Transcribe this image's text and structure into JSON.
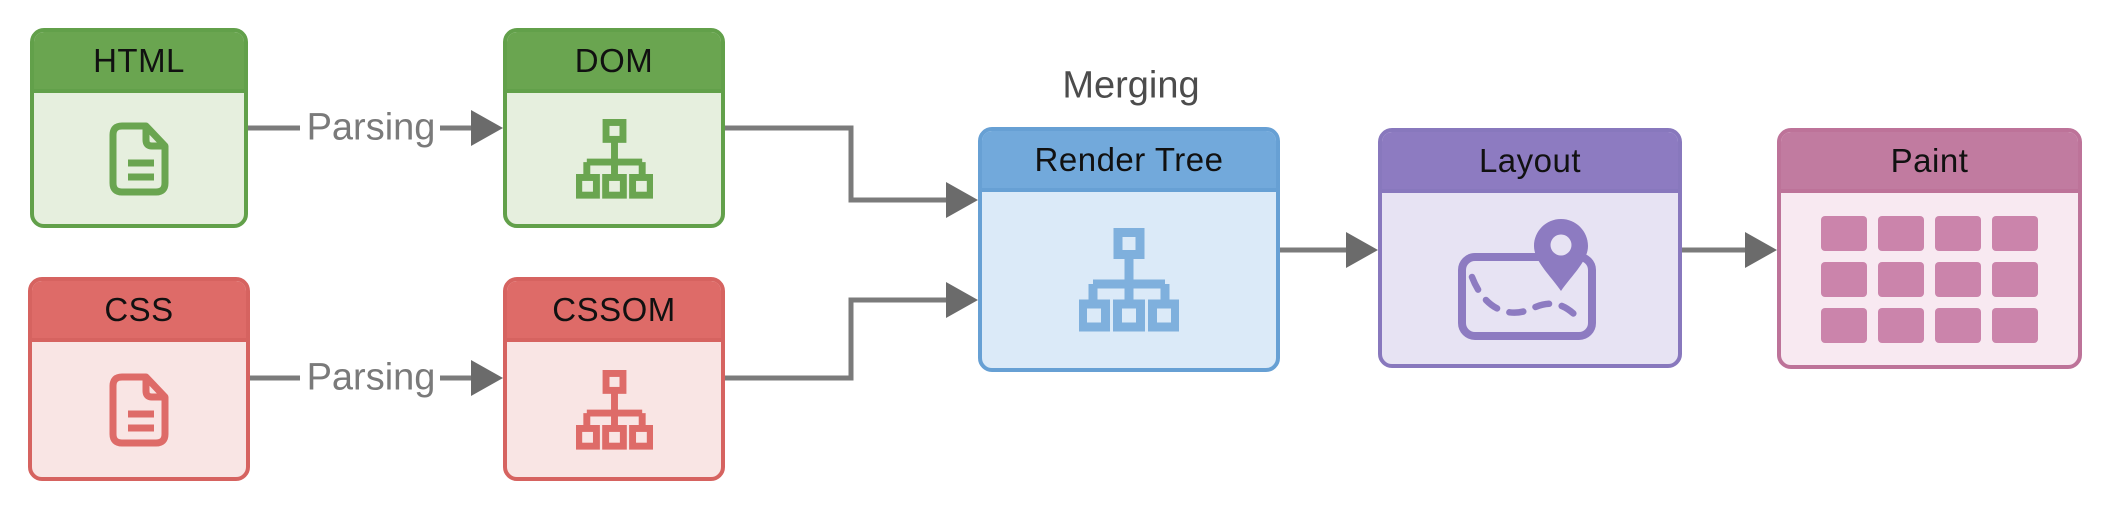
{
  "labels": {
    "merging": "Merging"
  },
  "nodes": {
    "html": {
      "title": "HTML",
      "icon": "document-icon",
      "header_color": "#6aa550",
      "body_color": "#e6efde",
      "border_color": "#62a04a"
    },
    "dom": {
      "title": "DOM",
      "icon": "sitemap-tree-icon",
      "header_color": "#6aa550",
      "body_color": "#e6efde",
      "border_color": "#62a04a"
    },
    "css": {
      "title": "CSS",
      "icon": "document-icon",
      "header_color": "#de6b68",
      "body_color": "#f9e5e4",
      "border_color": "#d66360"
    },
    "cssom": {
      "title": "CSSOM",
      "icon": "sitemap-tree-icon",
      "header_color": "#de6b68",
      "body_color": "#f9e5e4",
      "border_color": "#d66360"
    },
    "render_tree": {
      "title": "Render Tree",
      "icon": "sitemap-tree-icon",
      "header_color": "#72a9db",
      "body_color": "#dbeaf8",
      "border_color": "#67a0d4"
    },
    "layout": {
      "title": "Layout",
      "icon": "map-route-pin-icon",
      "header_color": "#8d7bc1",
      "body_color": "#e7e3f3",
      "border_color": "#8878bd"
    },
    "paint": {
      "title": "Paint",
      "icon": "tile-grid-icon",
      "header_color": "#c17ba0",
      "body_color": "#f8e9f1",
      "border_color": "#bd7399"
    }
  },
  "edges": {
    "html_to_dom": {
      "from": "html",
      "to": "dom",
      "label": "Parsing"
    },
    "css_to_cssom": {
      "from": "css",
      "to": "cssom",
      "label": "Parsing"
    },
    "dom_to_render_tree": {
      "from": "dom",
      "to": "render_tree",
      "label": ""
    },
    "cssom_to_render_tree": {
      "from": "cssom",
      "to": "render_tree",
      "label": ""
    },
    "render_tree_to_layout": {
      "from": "render_tree",
      "to": "layout",
      "label": ""
    },
    "layout_to_paint": {
      "from": "layout",
      "to": "paint",
      "label": ""
    }
  },
  "colors": {
    "connector_line": "#7b7b7b",
    "arrowhead": "#6b6b6b",
    "parsing_label_text": "#7a7a7a",
    "merging_label_text": "#4c4c4c",
    "title_text": "#111111",
    "background": "#ffffff"
  }
}
